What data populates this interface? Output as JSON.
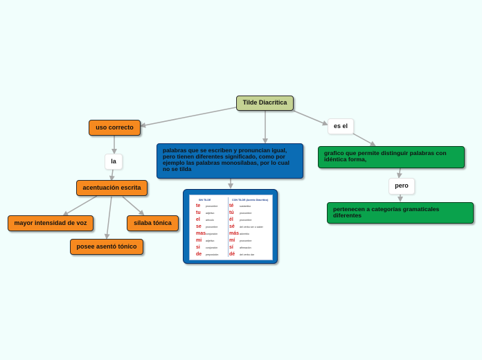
{
  "nodes": {
    "root": "Tilde Diacrítica",
    "uso_correcto": "uso correcto",
    "la": "la",
    "acentuacion": "acentuación escrita",
    "mayor_intensidad": "mayor intensidad de voz",
    "silaba_tonica": "sílaba tónica",
    "posee_asento": "posee asentó tónico",
    "palabras": "palabras que se escriben y pronuncian igual, pero tienen diferentes significado, como por ejemplo las palabras monosílabas, por lo cual no se tilda",
    "es_el": "es el",
    "grafico": "grafico que permite distinguir palabras con idéntica forma,",
    "pero": "pero",
    "pertenecen": "pertenecen a categorías gramaticales diferentes"
  },
  "table": {
    "header_sin": "SIN TILDE",
    "header_con": "CON TILDE (Acento Diacrítico)",
    "rows": [
      {
        "sin": "te",
        "sin_cat": "pronombre",
        "con": "té",
        "con_cat": "sustantivo"
      },
      {
        "sin": "tu",
        "sin_cat": "adjetivo",
        "con": "tú",
        "con_cat": "pronombre"
      },
      {
        "sin": "el",
        "sin_cat": "artículo",
        "con": "él",
        "con_cat": "pronombre"
      },
      {
        "sin": "se",
        "sin_cat": "pronombre",
        "con": "sé",
        "con_cat": "del verbo ser o saber"
      },
      {
        "sin": "mas",
        "sin_cat": "conjunción",
        "con": "más",
        "con_cat": "adverbio"
      },
      {
        "sin": "mi",
        "sin_cat": "adjetivo",
        "con": "mí",
        "con_cat": "pronombre"
      },
      {
        "sin": "si",
        "sin_cat": "conjunción",
        "con": "sí",
        "con_cat": "afirmación"
      },
      {
        "sin": "de",
        "sin_cat": "preposición",
        "con": "dé",
        "con_cat": "del verbo dar"
      }
    ]
  },
  "colors": {
    "background": "#f1fefc",
    "orange": "#f6891f",
    "olive": "#c5d394",
    "blue": "#0b6cb4",
    "green": "#0aa24c",
    "connector": "#a8a8a8",
    "table_word": "#d01f1f"
  }
}
